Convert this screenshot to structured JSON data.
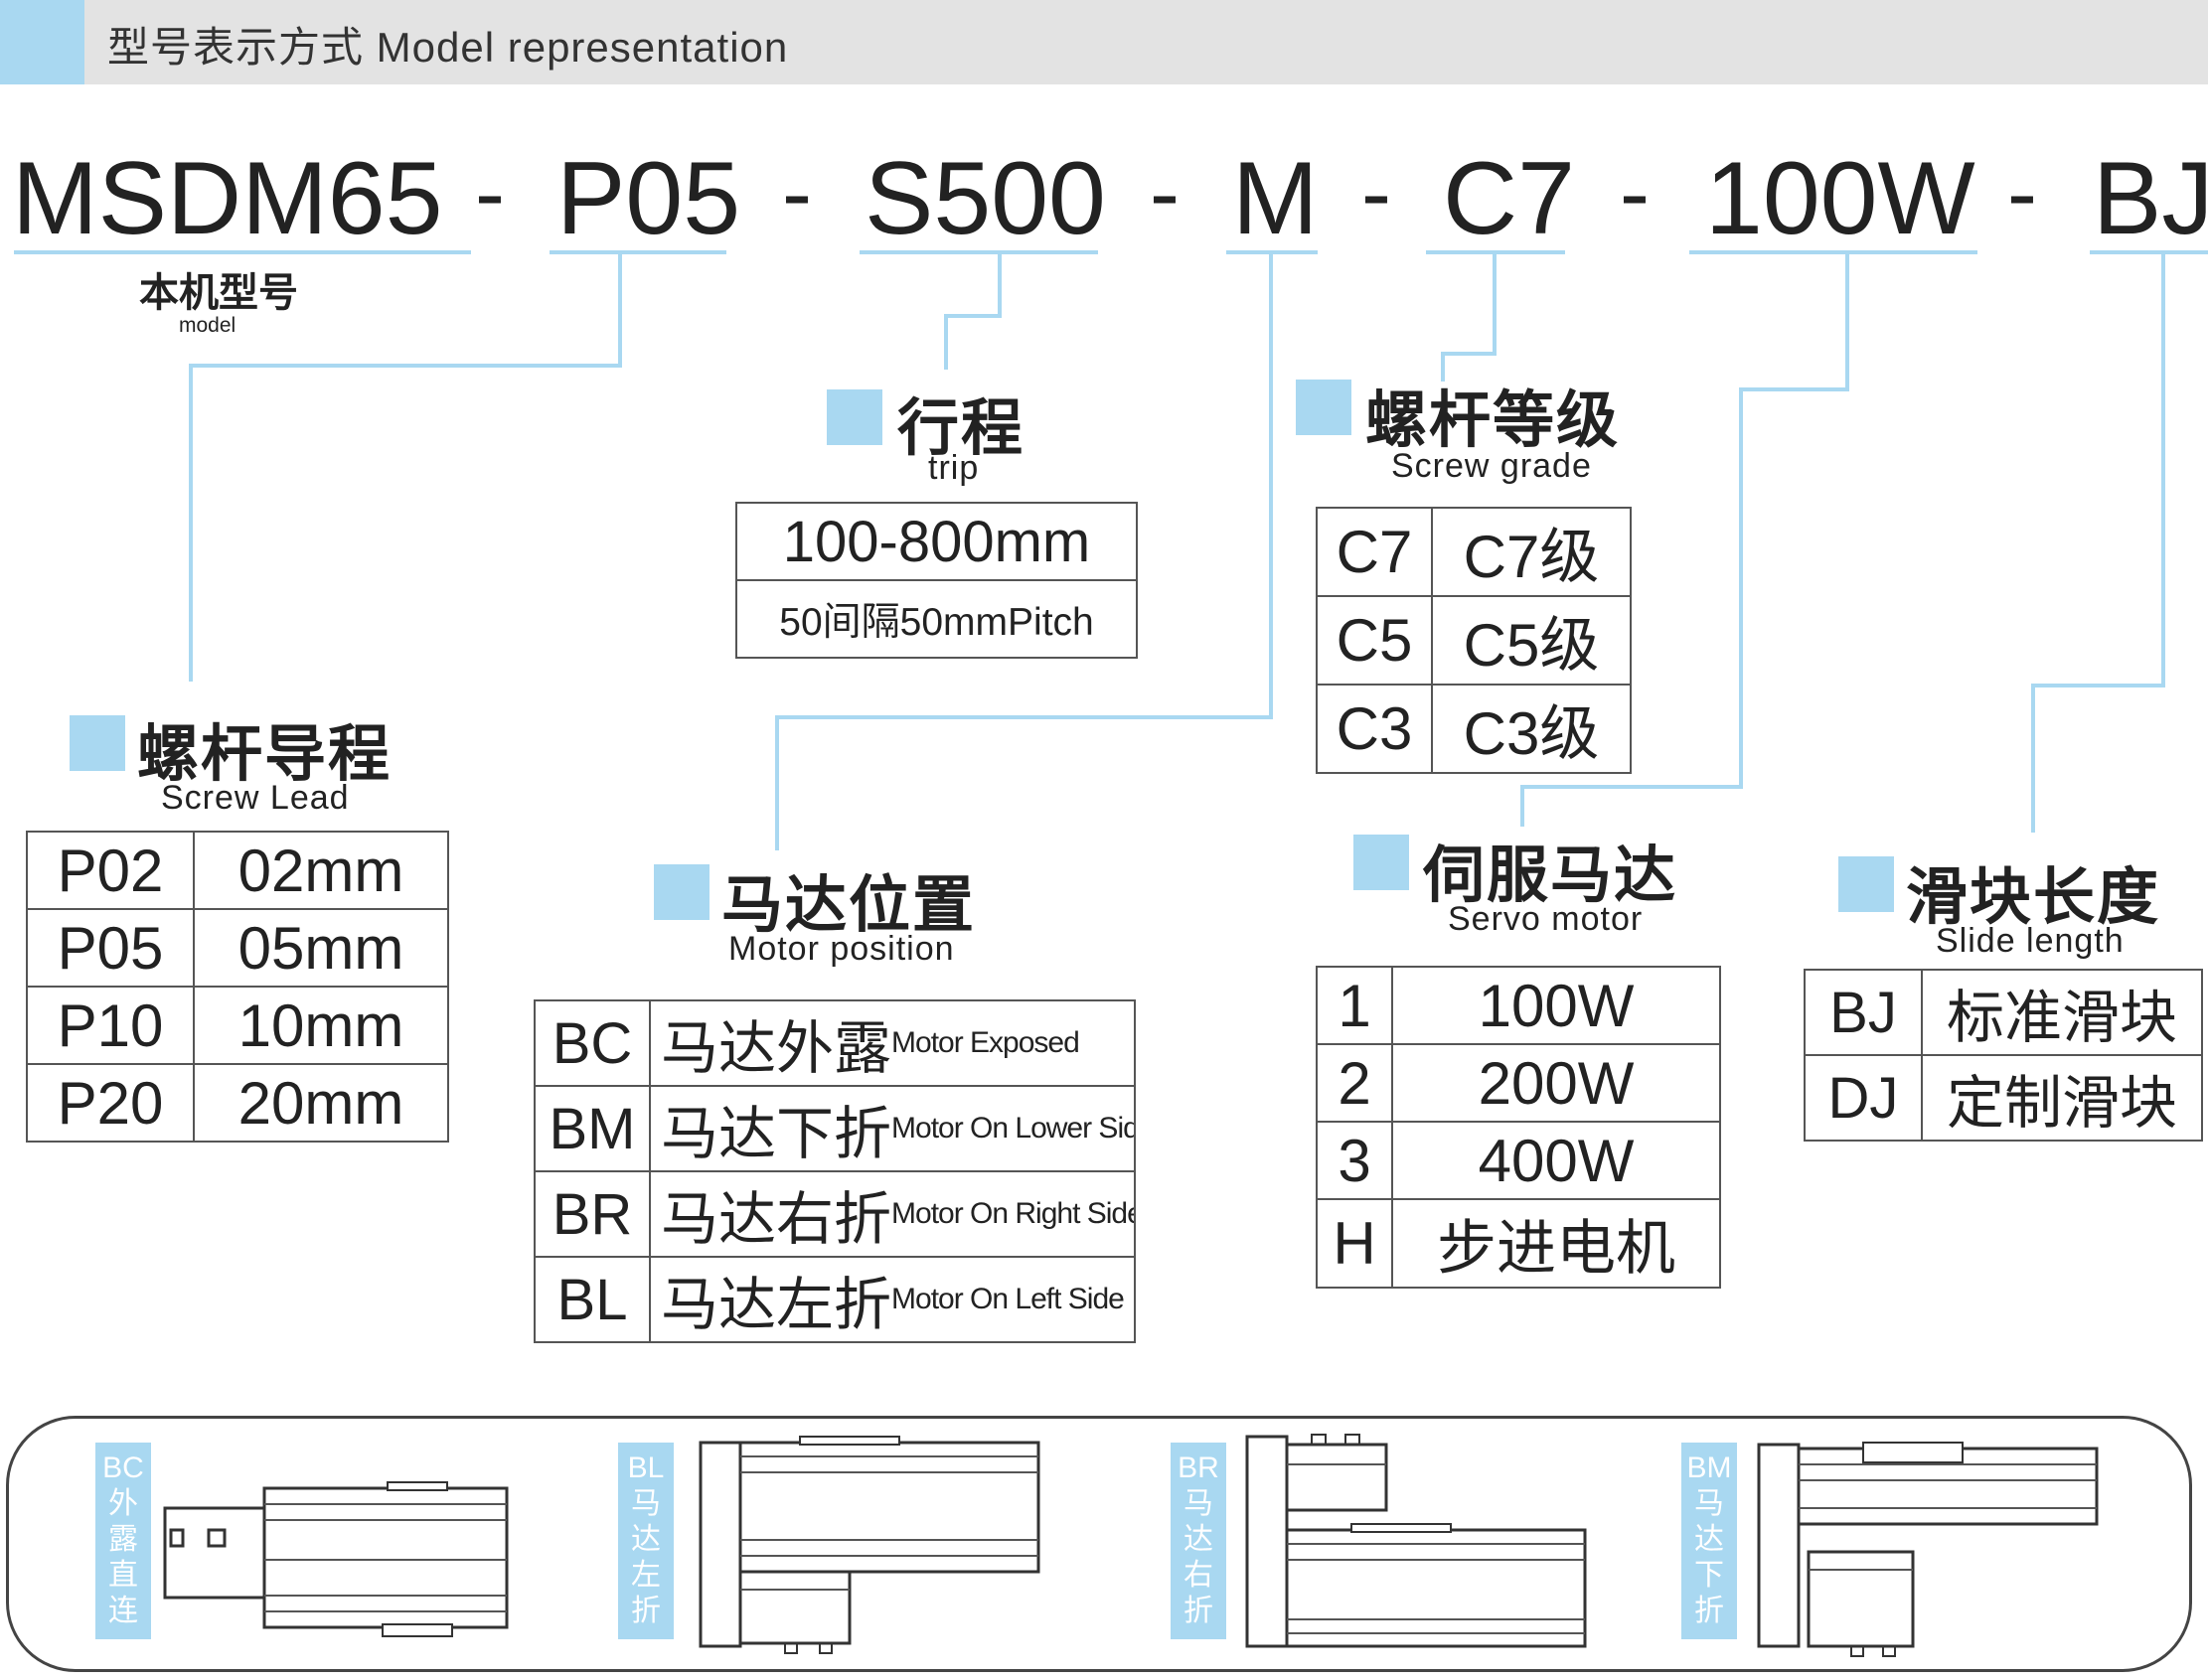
{
  "header": {
    "title": "型号表示方式  Model representation"
  },
  "model_code": {
    "parts": [
      "MSDM65",
      "P05",
      "S500",
      "M",
      "C7",
      "100W",
      "BJ"
    ],
    "separator": "-"
  },
  "model": {
    "zh": "本机型号",
    "en": "model"
  },
  "trip": {
    "zh": "行程",
    "en": "trip",
    "rows": [
      "100-800mm",
      "50间隔50mmPitch"
    ]
  },
  "screw_grade": {
    "zh": "螺杆等级",
    "en": "Screw grade",
    "rows": [
      {
        "code": "C7",
        "desc": "C7级"
      },
      {
        "code": "C5",
        "desc": "C5级"
      },
      {
        "code": "C3",
        "desc": "C3级"
      }
    ]
  },
  "screw_lead": {
    "zh": "螺杆导程",
    "en": "Screw Lead",
    "rows": [
      {
        "code": "P02",
        "value": "02mm"
      },
      {
        "code": "P05",
        "value": "05mm"
      },
      {
        "code": "P10",
        "value": "10mm"
      },
      {
        "code": "P20",
        "value": "20mm"
      }
    ]
  },
  "motor_position": {
    "zh": "马达位置",
    "en": "Motor position",
    "rows": [
      {
        "code": "BC",
        "zh": "马达外露",
        "en": "Motor Exposed"
      },
      {
        "code": "BM",
        "zh": "马达下折",
        "en": "Motor On Lower Side"
      },
      {
        "code": "BR",
        "zh": "马达右折",
        "en": "Motor On Right Side"
      },
      {
        "code": "BL",
        "zh": "马达左折",
        "en": "Motor On Left Side"
      }
    ]
  },
  "servo_motor": {
    "zh": "伺服马达",
    "en": "Servo motor",
    "rows": [
      {
        "code": "1",
        "value": "100W"
      },
      {
        "code": "2",
        "value": "200W"
      },
      {
        "code": "3",
        "value": "400W"
      },
      {
        "code": "H",
        "value": "步进电机"
      }
    ]
  },
  "slide_length": {
    "zh": "滑块长度",
    "en": "Slide length",
    "rows": [
      {
        "code": "BJ",
        "desc": "标准滑块"
      },
      {
        "code": "DJ",
        "desc": "定制滑块"
      }
    ]
  },
  "variants": [
    {
      "code": "BC",
      "chars": [
        "外",
        "露",
        "直",
        "连"
      ]
    },
    {
      "code": "BL",
      "chars": [
        "马",
        "达",
        "左",
        "折"
      ]
    },
    {
      "code": "BR",
      "chars": [
        "马",
        "达",
        "右",
        "折"
      ]
    },
    {
      "code": "BM",
      "chars": [
        "马",
        "达",
        "下",
        "折"
      ]
    }
  ],
  "colors": {
    "accent": "#a9d8f1",
    "header_bg": "#e3e3e3",
    "text": "#222222"
  }
}
